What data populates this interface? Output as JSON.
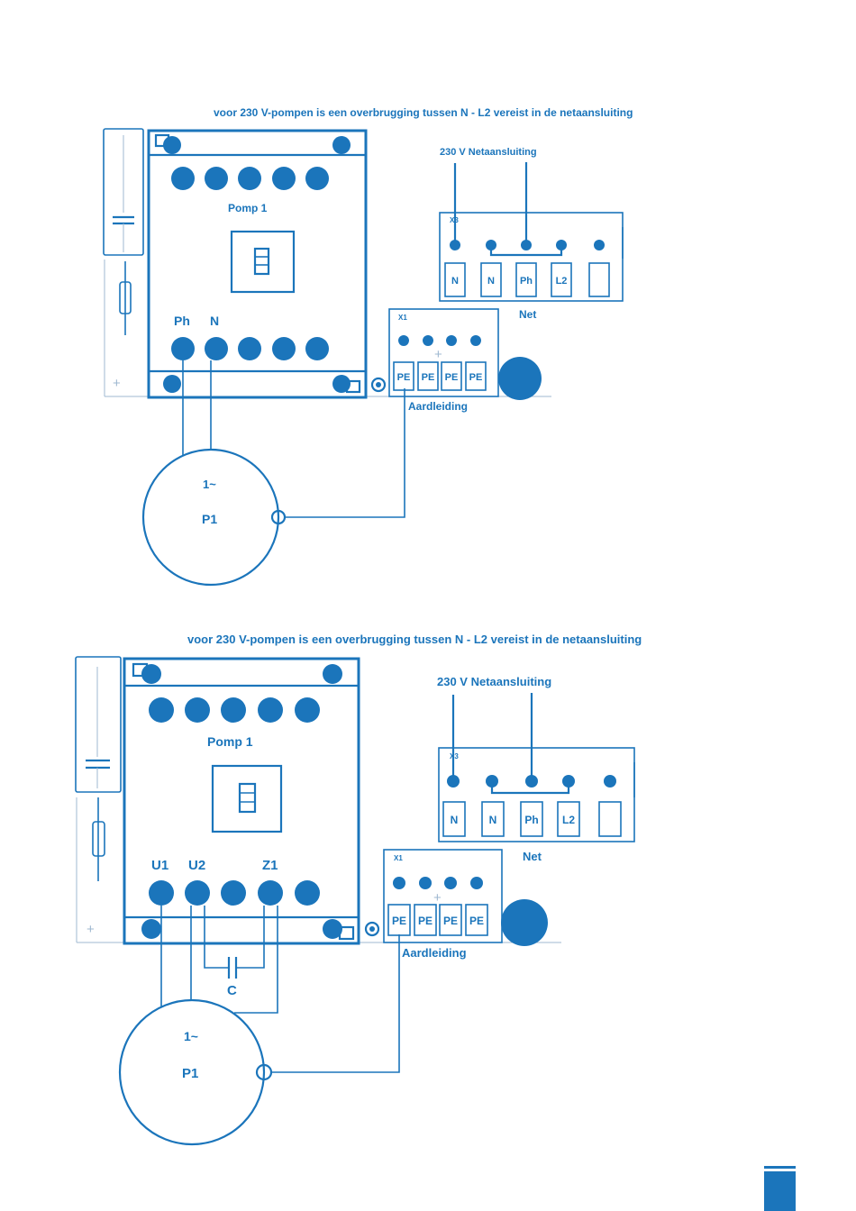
{
  "colors": {
    "accent": "#1b75bb",
    "faint": "#9fb8d0",
    "background": "#ffffff"
  },
  "diagram1": {
    "note": "voor 230 V-pompen is een overbrugging tussen N - L2 vereist in de netaansluiting",
    "mains_label": "230 V Netaansluiting",
    "module_label": "Pomp 1",
    "x3_label": "X3",
    "x3_terminals": [
      "N",
      "N",
      "Ph",
      "L2",
      ""
    ],
    "net_label": "Net",
    "x1_label": "X1",
    "x1_terminals": [
      "PE",
      "PE",
      "PE",
      "PE"
    ],
    "earth_label": "Aardleiding",
    "output_labels": [
      "Ph",
      "N"
    ],
    "motor_phase": "1~",
    "motor_name": "P1"
  },
  "diagram2": {
    "note": "voor 230 V-pompen is een overbrugging tussen N - L2 vereist in de netaansluiting",
    "mains_label": "230 V Netaansluiting",
    "module_label": "Pomp 1",
    "x3_label": "X3",
    "x3_terminals": [
      "N",
      "N",
      "Ph",
      "L2",
      ""
    ],
    "net_label": "Net",
    "x1_label": "X1",
    "x1_terminals": [
      "PE",
      "PE",
      "PE",
      "PE"
    ],
    "earth_label": "Aardleiding",
    "output_labels": [
      "U1",
      "U2",
      "Z1"
    ],
    "capacitor_label": "C",
    "motor_phase": "1~",
    "motor_name": "P1"
  }
}
